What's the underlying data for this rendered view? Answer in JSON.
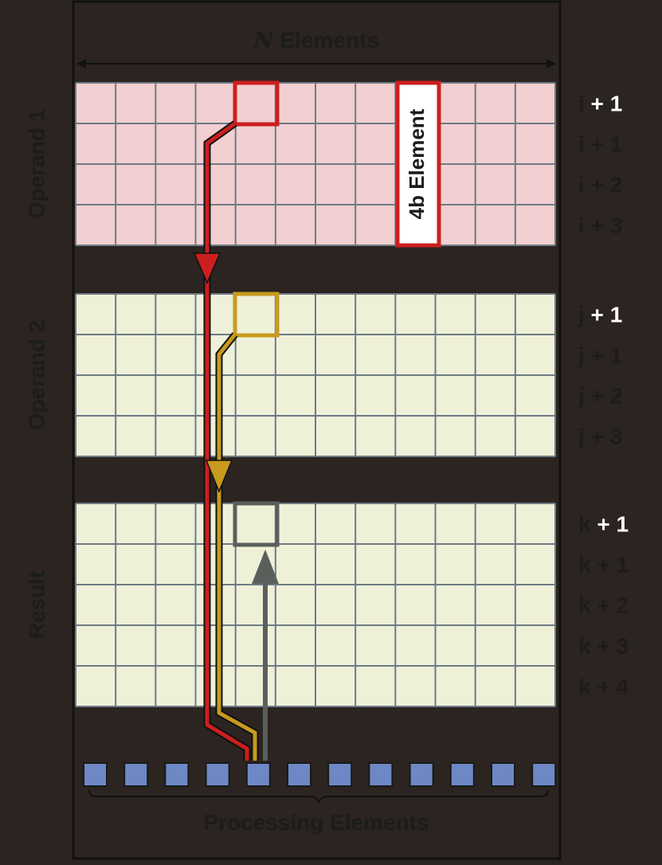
{
  "header": {
    "n_symbol": "N",
    "elements_word": " Elements"
  },
  "element_callout": "4b Element",
  "footer": {
    "label": "Processing Elements"
  },
  "regions": [
    {
      "id": "operand1",
      "label": "Operand 1",
      "fill": "#f2cfd0",
      "rows": [
        {
          "var": "i",
          "rest": " + 1",
          "highlight": true
        },
        {
          "var": "i",
          "rest": " + 1",
          "highlight": false
        },
        {
          "var": "i",
          "rest": " + 2",
          "highlight": false
        },
        {
          "var": "i",
          "rest": " + 3",
          "highlight": false
        }
      ]
    },
    {
      "id": "operand2",
      "label": "Operand 2",
      "fill": "#eef0d8",
      "rows": [
        {
          "var": "j",
          "rest": " + 1",
          "highlight": true
        },
        {
          "var": "j",
          "rest": " + 1",
          "highlight": false
        },
        {
          "var": "j",
          "rest": " + 2",
          "highlight": false
        },
        {
          "var": "j",
          "rest": " + 3",
          "highlight": false
        }
      ]
    },
    {
      "id": "result",
      "label": "Result",
      "fill": "#eef0d8",
      "rows": [
        {
          "var": "k",
          "rest": " + 1",
          "highlight": true
        },
        {
          "var": "k",
          "rest": " + 1",
          "highlight": false
        },
        {
          "var": "k",
          "rest": " + 2",
          "highlight": false
        },
        {
          "var": "k",
          "rest": " + 3",
          "highlight": false
        },
        {
          "var": "k",
          "rest": " + 4",
          "highlight": false
        }
      ]
    }
  ],
  "columns": 12,
  "processing_elements": 12,
  "colors": {
    "background": "#2b2420",
    "grid_line": "#6e7a86",
    "operand1_path": "#cc1f1f",
    "operand2_path": "#c89a1e",
    "result_path": "#5a5f5c",
    "pe_fill": "#6d88c4",
    "text": "#1c1c1c",
    "highlight_text": "#ffffff"
  }
}
